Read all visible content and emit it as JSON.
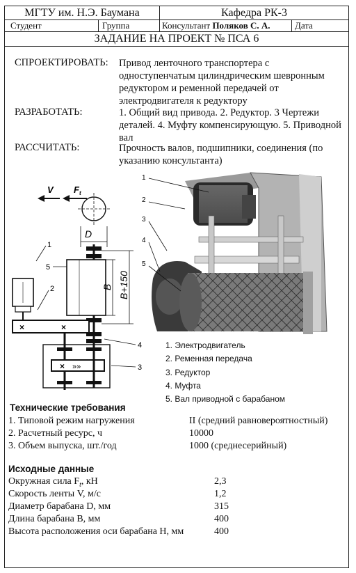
{
  "header": {
    "university": "МГТУ им. Н.Э. Баумана",
    "department": "Кафедра РК-3",
    "student_label": "Студент",
    "group_label": "Группа",
    "consultant_label": "Консультант",
    "consultant_name": "Поляков С. А.",
    "date_label": "Дата",
    "assignment_title": "ЗАДАНИЕ НА ПРОЕКТ № ПСА 6"
  },
  "tasks": [
    {
      "label": "СПРОЕКТИРОВАТЬ:",
      "lines": [
        "Привод ленточного транспортера с",
        "одноступенчатым цилиндрическим шевронным",
        "редуктором и ременной передачей от",
        "электродвигателя к редуктору"
      ]
    },
    {
      "label": "РАЗРАБОТАТЬ:",
      "lines": [
        "1. Общий вид привода. 2. Редуктор. 3 Чертежи",
        "деталей. 4. Муфту компенсирующую. 5. Приводной",
        "вал"
      ]
    },
    {
      "label": "РАССЧИТАТЬ:",
      "lines": [
        "Прочность валов, подшипники, соединения (по",
        "указанию консультанта)"
      ]
    }
  ],
  "schematic": {
    "v_label": "V",
    "f_label": "F",
    "f_sub": "t",
    "d_label": "D",
    "b_label": "B",
    "b150_label": "B+150",
    "callouts": [
      "1",
      "2",
      "3",
      "4",
      "5"
    ]
  },
  "photo_callouts": [
    "1",
    "2",
    "3",
    "4",
    "5"
  ],
  "legend": [
    "1. Электродвигатель",
    "2. Ременная передача",
    "3. Редуктор",
    "4. Муфта",
    "5. Вал приводной с барабаном"
  ],
  "tech_requirements": {
    "title": "Технические требования",
    "items": [
      {
        "label": "1. Типовой режим нагружения",
        "value": "II (средний равновероятностный)"
      },
      {
        "label": "2. Расчетный ресурс, ч",
        "value": "10000"
      },
      {
        "label": "3. Объем выпуска, шт./год",
        "value": "1000 (среднесерийный)"
      }
    ]
  },
  "input_data": {
    "title": "Исходные данные",
    "items": [
      {
        "label": "Окружная сила F",
        "sub": "t",
        "unit": ", кН",
        "value": "2,3"
      },
      {
        "label": "Скорость ленты V",
        "sub": "",
        "unit": ", м/с",
        "value": "1,2"
      },
      {
        "label": "Диаметр барабана D",
        "sub": "",
        "unit": ", мм",
        "value": "315"
      },
      {
        "label": "Длина барабана B",
        "sub": "",
        "unit": ", мм",
        "value": "400"
      },
      {
        "label": "Высота расположения оси барабана H",
        "sub": "",
        "unit": ", мм",
        "value": "400"
      }
    ]
  }
}
